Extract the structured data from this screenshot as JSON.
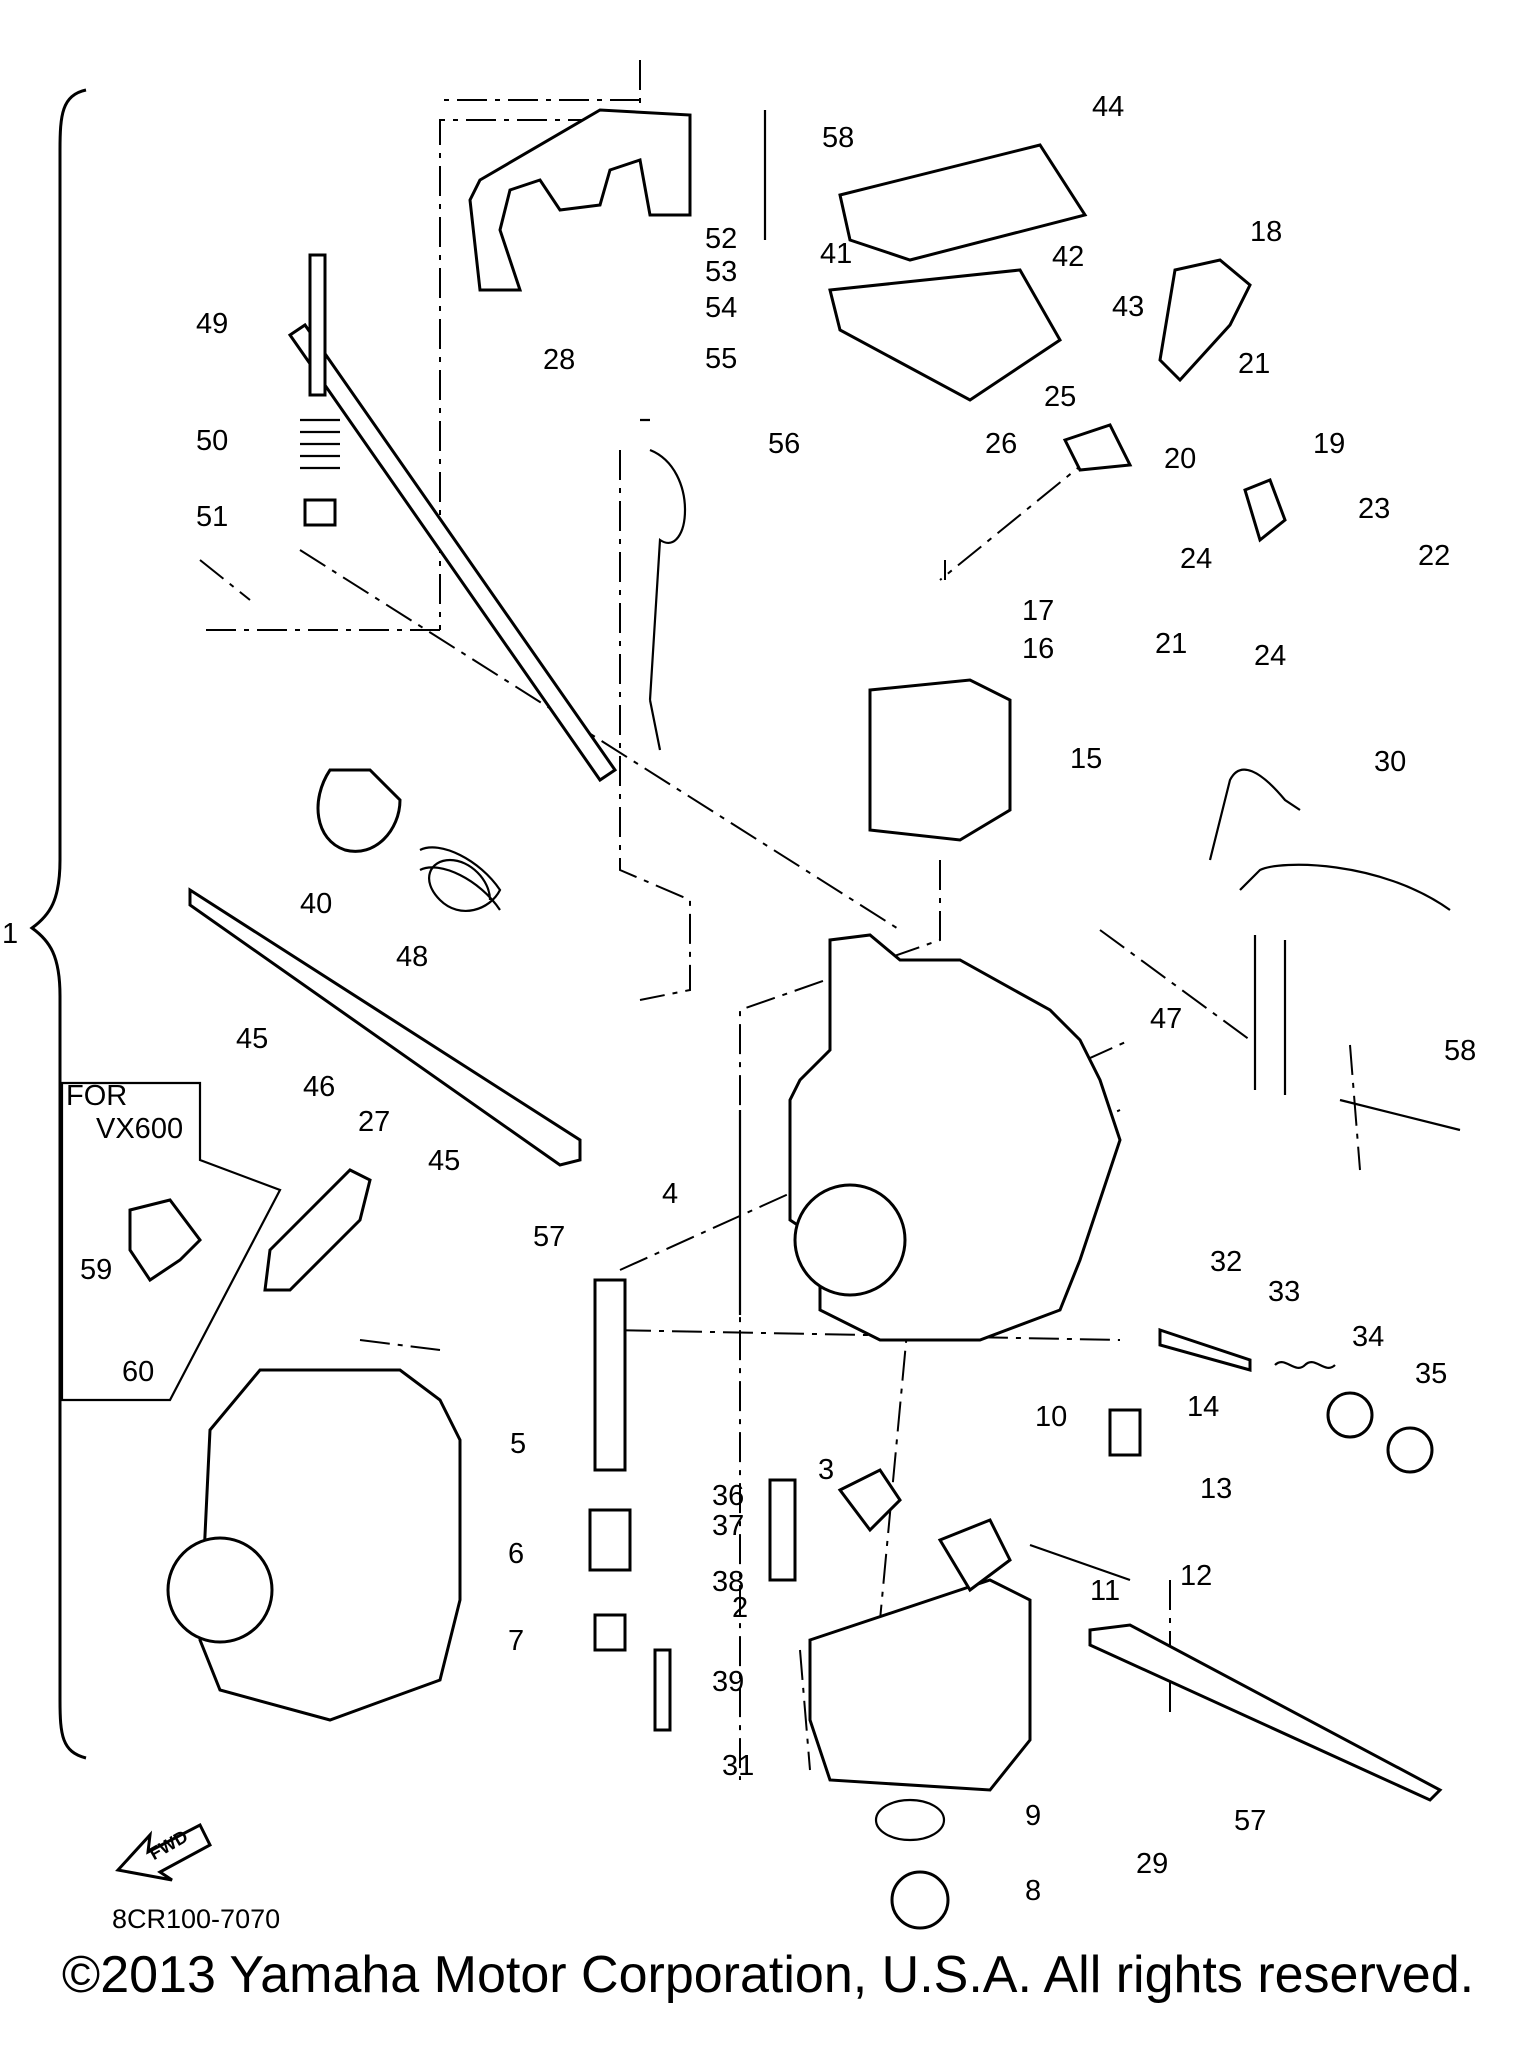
{
  "diagram": {
    "drawing_code": "8CR100-7070",
    "copyright": "©2013 Yamaha Motor Corporation, U.S.A. All rights reserved.",
    "for_note_line1": "FOR",
    "for_note_line2": "VX600",
    "fwd_badge": "FWD"
  },
  "callouts": [
    {
      "id": "c1",
      "text": "1"
    },
    {
      "id": "c2",
      "text": "2"
    },
    {
      "id": "c3",
      "text": "3"
    },
    {
      "id": "c4",
      "text": "4"
    },
    {
      "id": "c5",
      "text": "5"
    },
    {
      "id": "c6",
      "text": "6"
    },
    {
      "id": "c7",
      "text": "7"
    },
    {
      "id": "c8",
      "text": "8"
    },
    {
      "id": "c9",
      "text": "9"
    },
    {
      "id": "c10",
      "text": "10"
    },
    {
      "id": "c11",
      "text": "11"
    },
    {
      "id": "c12",
      "text": "12"
    },
    {
      "id": "c13",
      "text": "13"
    },
    {
      "id": "c14",
      "text": "14"
    },
    {
      "id": "c15",
      "text": "15"
    },
    {
      "id": "c16",
      "text": "16"
    },
    {
      "id": "c17",
      "text": "17"
    },
    {
      "id": "c18",
      "text": "18"
    },
    {
      "id": "c19",
      "text": "19"
    },
    {
      "id": "c20",
      "text": "20"
    },
    {
      "id": "c21a",
      "text": "21"
    },
    {
      "id": "c21b",
      "text": "21"
    },
    {
      "id": "c22",
      "text": "22"
    },
    {
      "id": "c23",
      "text": "23"
    },
    {
      "id": "c24a",
      "text": "24"
    },
    {
      "id": "c24b",
      "text": "24"
    },
    {
      "id": "c25",
      "text": "25"
    },
    {
      "id": "c26",
      "text": "26"
    },
    {
      "id": "c27",
      "text": "27"
    },
    {
      "id": "c28",
      "text": "28"
    },
    {
      "id": "c29",
      "text": "29"
    },
    {
      "id": "c30",
      "text": "30"
    },
    {
      "id": "c31",
      "text": "31"
    },
    {
      "id": "c32",
      "text": "32"
    },
    {
      "id": "c33",
      "text": "33"
    },
    {
      "id": "c34",
      "text": "34"
    },
    {
      "id": "c35",
      "text": "35"
    },
    {
      "id": "c36",
      "text": "36"
    },
    {
      "id": "c37",
      "text": "37"
    },
    {
      "id": "c38",
      "text": "38"
    },
    {
      "id": "c39",
      "text": "39"
    },
    {
      "id": "c40",
      "text": "40"
    },
    {
      "id": "c41",
      "text": "41"
    },
    {
      "id": "c42",
      "text": "42"
    },
    {
      "id": "c43",
      "text": "43"
    },
    {
      "id": "c44",
      "text": "44"
    },
    {
      "id": "c45a",
      "text": "45"
    },
    {
      "id": "c45b",
      "text": "45"
    },
    {
      "id": "c46",
      "text": "46"
    },
    {
      "id": "c47",
      "text": "47"
    },
    {
      "id": "c48",
      "text": "48"
    },
    {
      "id": "c49",
      "text": "49"
    },
    {
      "id": "c50",
      "text": "50"
    },
    {
      "id": "c51",
      "text": "51"
    },
    {
      "id": "c52",
      "text": "52"
    },
    {
      "id": "c53",
      "text": "53"
    },
    {
      "id": "c54",
      "text": "54"
    },
    {
      "id": "c55",
      "text": "55"
    },
    {
      "id": "c56",
      "text": "56"
    },
    {
      "id": "c57a",
      "text": "57"
    },
    {
      "id": "c57b",
      "text": "57"
    },
    {
      "id": "c58a",
      "text": "58"
    },
    {
      "id": "c58b",
      "text": "58"
    },
    {
      "id": "c59",
      "text": "59"
    },
    {
      "id": "c60",
      "text": "60"
    }
  ]
}
